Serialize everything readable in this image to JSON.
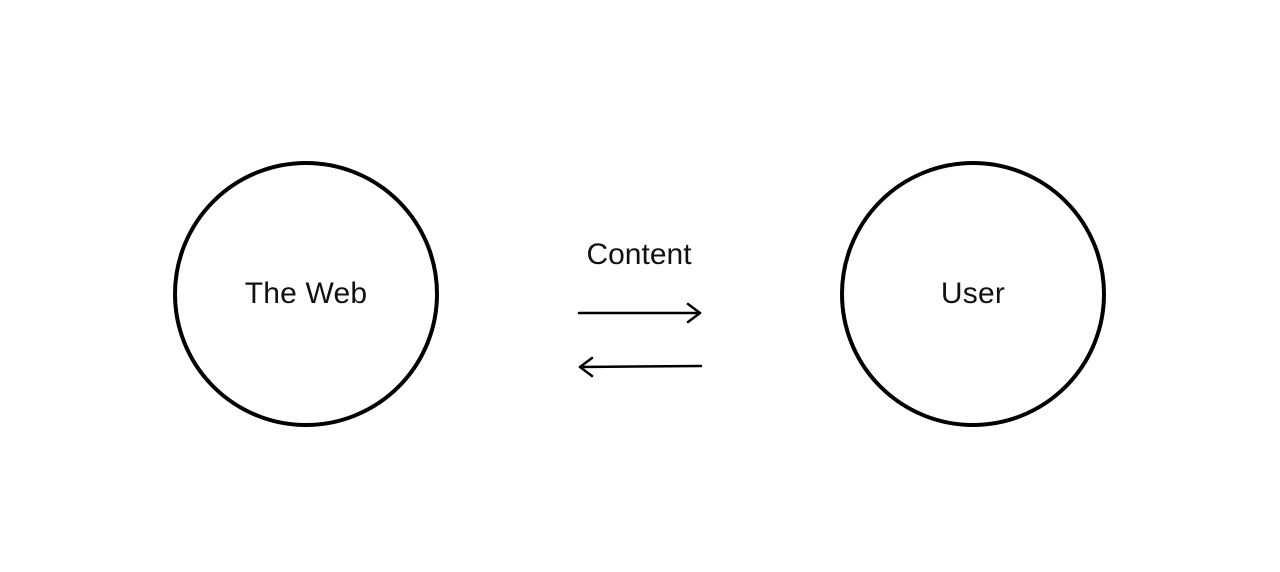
{
  "diagram": {
    "nodes": [
      {
        "id": "web",
        "label": "The Web"
      },
      {
        "id": "user",
        "label": "User"
      }
    ],
    "edge": {
      "label": "Content",
      "directions": [
        "web-to-user",
        "user-to-web"
      ]
    },
    "colors": {
      "stroke": "#000000",
      "text": "#111111",
      "background": "#ffffff"
    }
  }
}
